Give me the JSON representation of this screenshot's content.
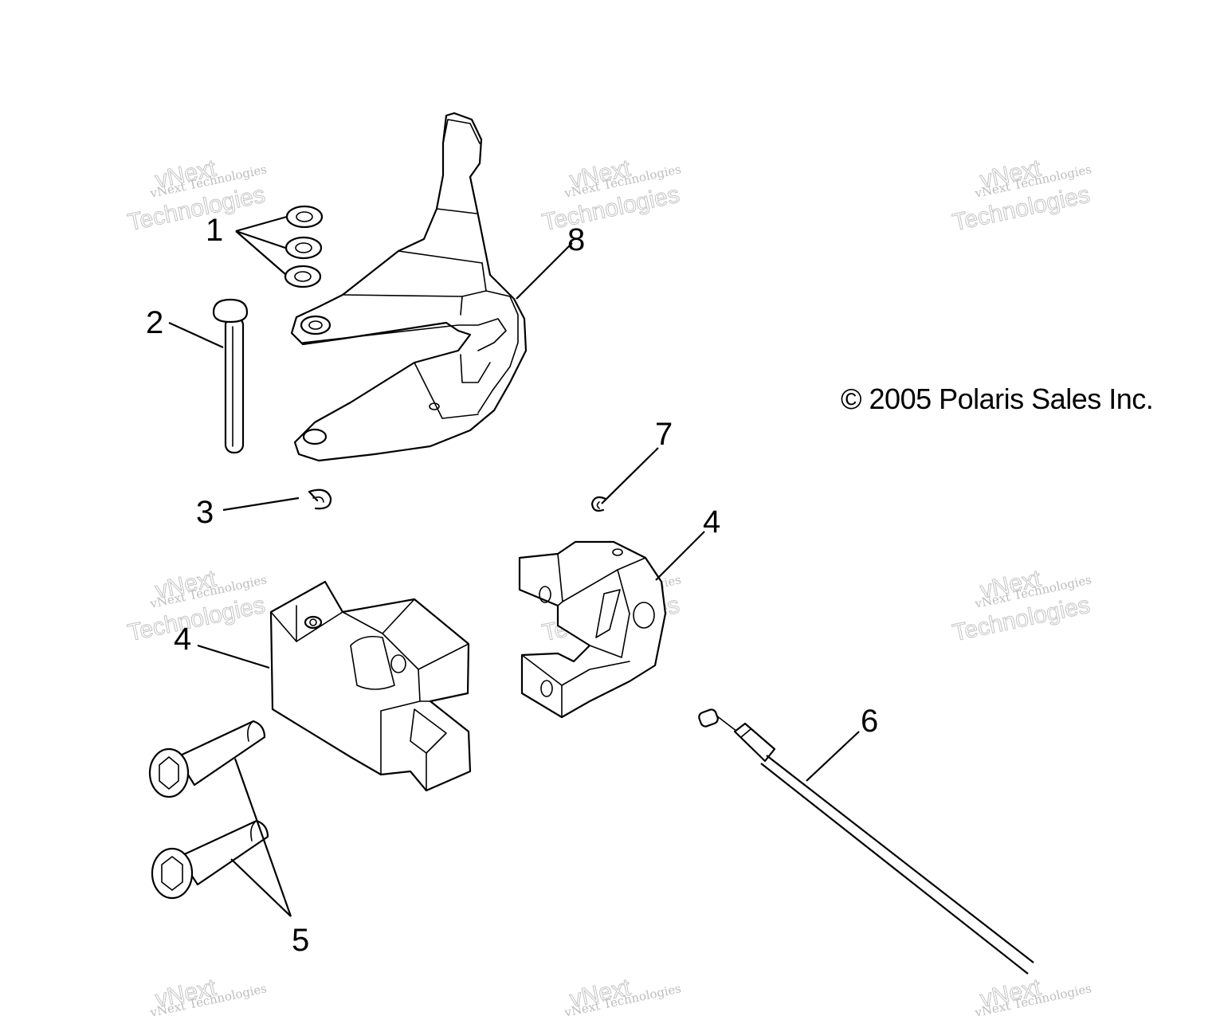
{
  "diagram": {
    "copyright": "© 2005 Polaris Sales Inc.",
    "callouts": [
      {
        "id": "1",
        "label": "1"
      },
      {
        "id": "2",
        "label": "2"
      },
      {
        "id": "3",
        "label": "3"
      },
      {
        "id": "4a",
        "label": "4"
      },
      {
        "id": "4b",
        "label": "4"
      },
      {
        "id": "5",
        "label": "5"
      },
      {
        "id": "6",
        "label": "6"
      },
      {
        "id": "7",
        "label": "7"
      },
      {
        "id": "8",
        "label": "8"
      }
    ],
    "watermark": {
      "line1": "vNext Technologies",
      "line2": "vNext",
      "line3": "Technologies"
    }
  }
}
